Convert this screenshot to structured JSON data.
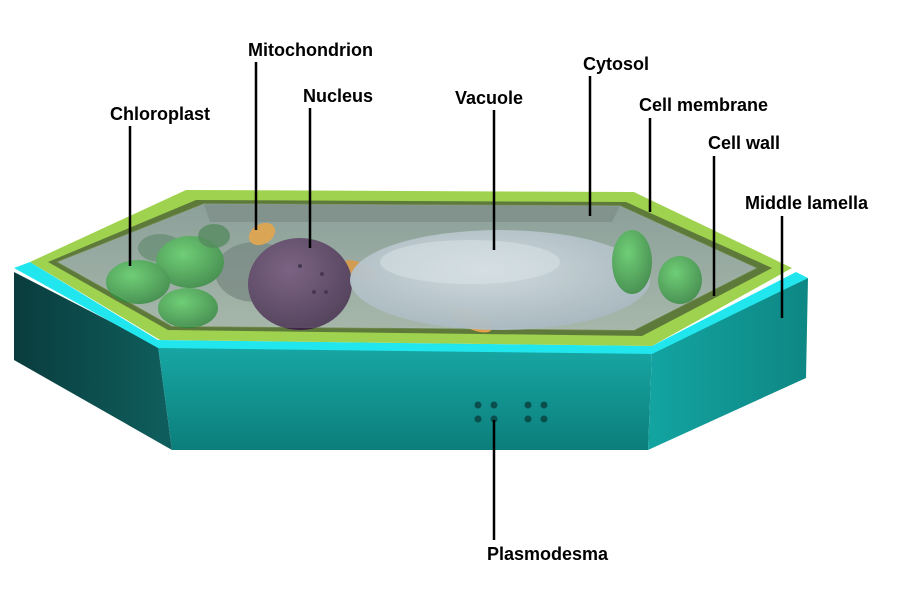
{
  "labels": {
    "chloroplast": "Chloroplast",
    "mitochondrion": "Mitochondrion",
    "nucleus": "Nucleus",
    "vacuole": "Vacuole",
    "cytosol": "Cytosol",
    "cell_membrane": "Cell membrane",
    "cell_wall": "Cell wall",
    "middle_lamella": "Middle lamella",
    "plasmodesma": "Plasmodesma"
  },
  "colors": {
    "middle_lamella_top": "#1fe0e8",
    "middle_lamella_side": "#0f8f8c",
    "middle_lamella_dark": "#0a4a4a",
    "cell_wall": "#9acd4a",
    "cytosol": "#8fa49a",
    "chloroplast": "#3fa846",
    "mitochondrion": "#e8a040",
    "nucleus": "#4a3050",
    "vacuole": "#b8c4cc",
    "leader": "#000000"
  }
}
